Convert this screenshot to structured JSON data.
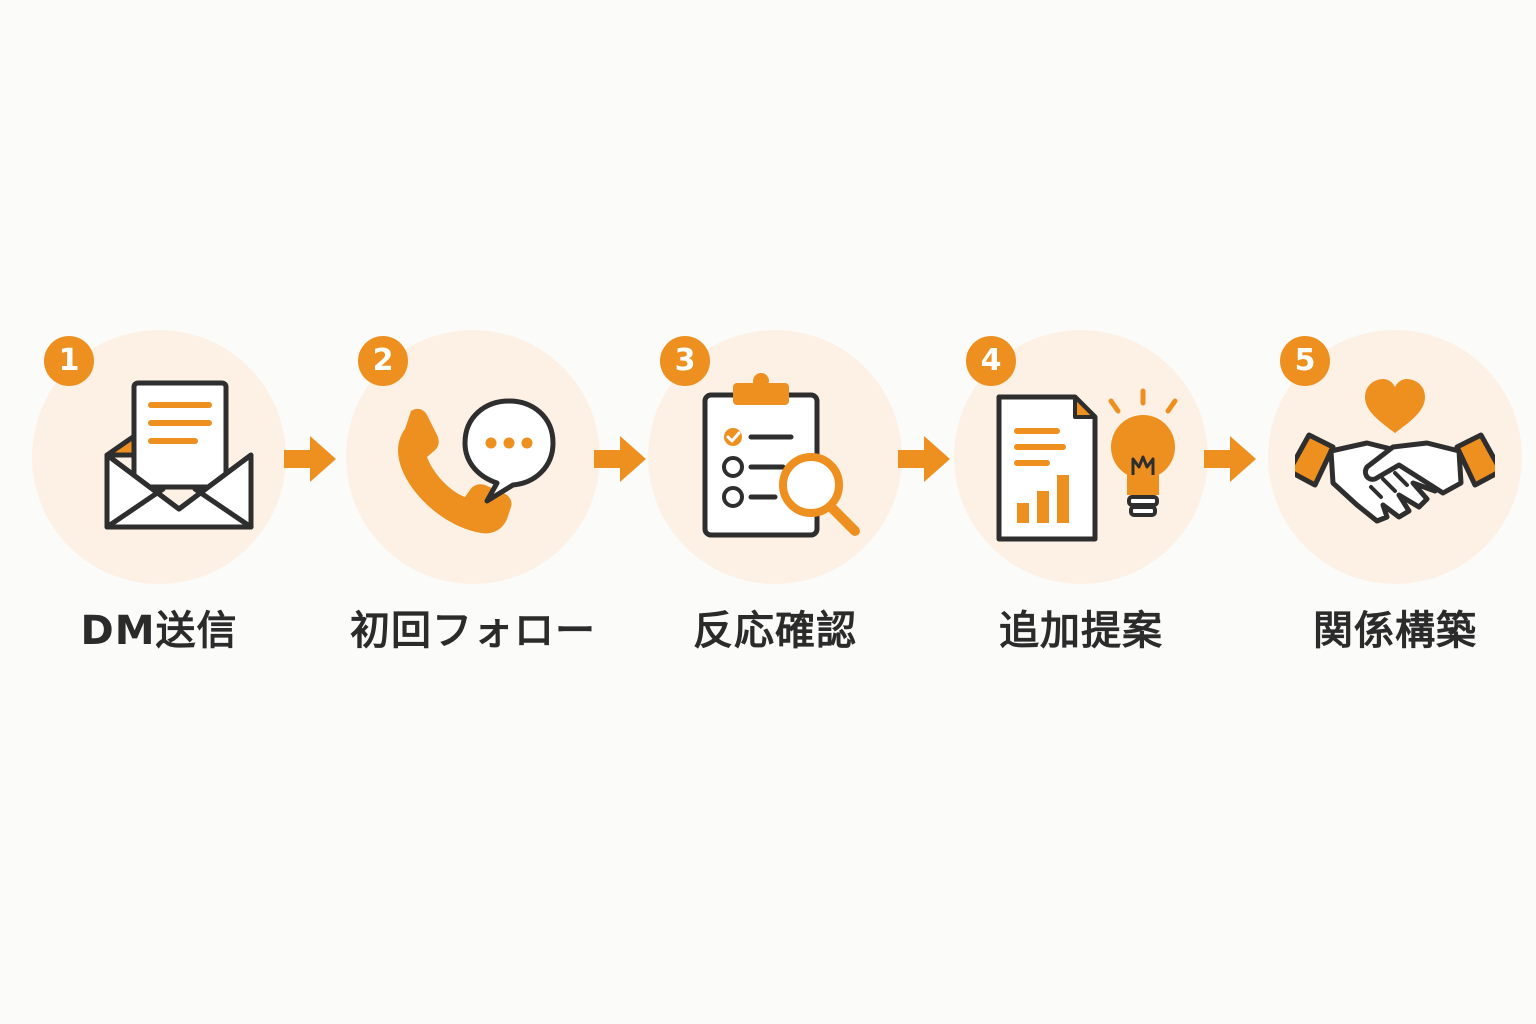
{
  "colors": {
    "accent": "#ee9020",
    "circle_bg": "#fcf1e4",
    "stroke": "#2e2e2e",
    "label_text": "#2b2b2b",
    "background": "#fbfbfa"
  },
  "steps": [
    {
      "number": "1",
      "label": "DM送信",
      "icon": "envelope-letter-icon"
    },
    {
      "number": "2",
      "label": "初回フォロー",
      "icon": "phone-chat-icon"
    },
    {
      "number": "3",
      "label": "反応確認",
      "icon": "clipboard-search-icon"
    },
    {
      "number": "4",
      "label": "追加提案",
      "icon": "report-lightbulb-icon"
    },
    {
      "number": "5",
      "label": "関係構築",
      "icon": "handshake-heart-icon"
    }
  ]
}
